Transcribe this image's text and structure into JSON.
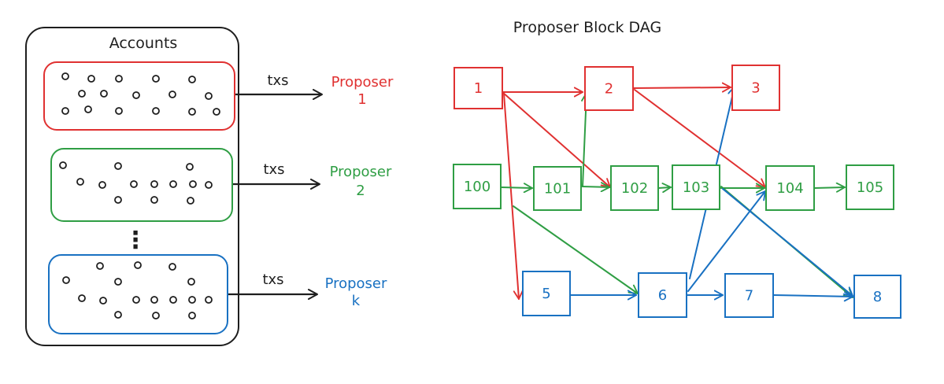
{
  "accounts_panel": {
    "title": "Accounts",
    "ellipsis": "⋮",
    "groups": [
      {
        "color": "#e03131",
        "tx_label": "txs",
        "proposer_line1": "Proposer",
        "proposer_line2": "1"
      },
      {
        "color": "#2f9e44",
        "tx_label": "txs",
        "proposer_line1": "Proposer",
        "proposer_line2": "2"
      },
      {
        "color": "#1971c2",
        "tx_label": "txs",
        "proposer_line1": "Proposer",
        "proposer_line2": "k"
      }
    ]
  },
  "dag": {
    "title": "Proposer Block DAG",
    "colors": {
      "red": "#e03131",
      "green": "#2f9e44",
      "blue": "#1971c2",
      "ink": "#1e1e1e"
    },
    "blocks": [
      {
        "id": "b1",
        "label": "1",
        "chain": "red"
      },
      {
        "id": "b2",
        "label": "2",
        "chain": "red"
      },
      {
        "id": "b3",
        "label": "3",
        "chain": "red"
      },
      {
        "id": "b100",
        "label": "100",
        "chain": "green"
      },
      {
        "id": "b101",
        "label": "101",
        "chain": "green"
      },
      {
        "id": "b102",
        "label": "102",
        "chain": "green"
      },
      {
        "id": "b103",
        "label": "103",
        "chain": "green"
      },
      {
        "id": "b104",
        "label": "104",
        "chain": "green"
      },
      {
        "id": "b105",
        "label": "105",
        "chain": "green"
      },
      {
        "id": "b5",
        "label": "5",
        "chain": "blue"
      },
      {
        "id": "b6",
        "label": "6",
        "chain": "blue"
      },
      {
        "id": "b7",
        "label": "7",
        "chain": "blue"
      },
      {
        "id": "b8",
        "label": "8",
        "chain": "blue"
      }
    ],
    "edges": [
      {
        "from": "b1",
        "to": "b2",
        "color": "red"
      },
      {
        "from": "b1",
        "to": "b102",
        "color": "red"
      },
      {
        "from": "b1",
        "to": "b5",
        "color": "red"
      },
      {
        "from": "b2",
        "to": "b3",
        "color": "red"
      },
      {
        "from": "b2",
        "to": "b104",
        "color": "red"
      },
      {
        "from": "b100",
        "to": "b101",
        "color": "green"
      },
      {
        "from": "b100",
        "to": "b6",
        "color": "green"
      },
      {
        "from": "b101",
        "to": "b2",
        "color": "green"
      },
      {
        "from": "b101",
        "to": "b102",
        "color": "green"
      },
      {
        "from": "b102",
        "to": "b103",
        "color": "green"
      },
      {
        "from": "b103",
        "to": "b104",
        "color": "green"
      },
      {
        "from": "b103",
        "to": "b8",
        "color": "green"
      },
      {
        "from": "b104",
        "to": "b105",
        "color": "green"
      },
      {
        "from": "b5",
        "to": "b6",
        "color": "blue"
      },
      {
        "from": "b6",
        "to": "b3",
        "color": "blue"
      },
      {
        "from": "b6",
        "to": "b104",
        "color": "blue"
      },
      {
        "from": "b6",
        "to": "b7",
        "color": "blue"
      },
      {
        "from": "b103",
        "to": "b8",
        "color": "blue"
      },
      {
        "from": "b7",
        "to": "b8",
        "color": "blue"
      }
    ]
  }
}
